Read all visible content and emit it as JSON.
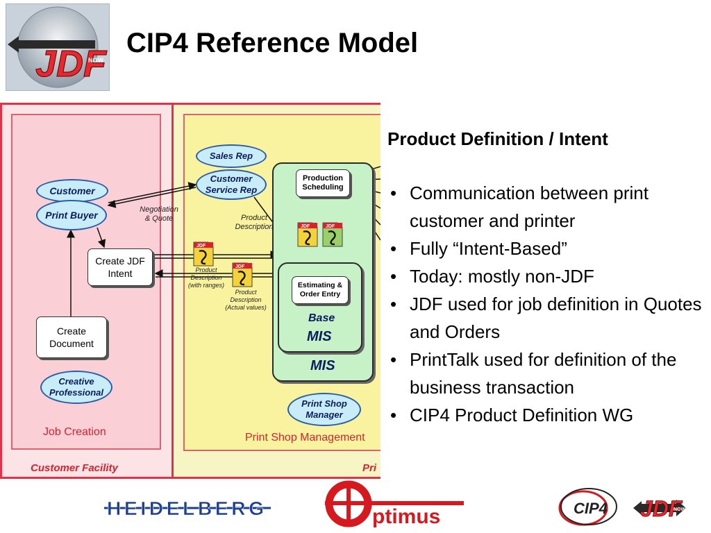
{
  "header": {
    "title": "CIP4 Reference Model",
    "logo_text": "JDF",
    "logo_tag": "NOW"
  },
  "diagram": {
    "customer_facility_label": "Customer Facility",
    "print_facility_label": "Pri",
    "job_creation_label": "Job Creation",
    "print_shop_management_label": "Print Shop Management",
    "customer_label": "Customer",
    "print_buyer_label": "Print Buyer",
    "create_jdf_intent_label": "Create JDF Intent",
    "create_document_label": "Create Document",
    "creative_professional_label": "Creative Professional",
    "sales_rep_label": "Sales Rep",
    "customer_service_rep_label": "Customer Service Rep",
    "negotiation_label": "Negotiation & Quote",
    "product_description_label": "Product Description",
    "product_description_ranges_label": "Product Description (with ranges)",
    "product_description_actual_label": "Product Description (Actual values)",
    "production_scheduling_label": "Production Scheduling",
    "estimating_label": "Estimating & Order Entry",
    "base_label": "Base",
    "base_mis_label": "MIS",
    "mis_label": "MIS",
    "print_shop_manager_label": "Print Shop Manager",
    "jdf_icon_text": "JDF"
  },
  "content": {
    "heading": "Product Definition / Intent",
    "bullet_symbol": "•",
    "bullets": [
      "Communication between print customer and printer",
      "Fully “Intent-Based”",
      "Today: mostly non-JDF",
      "JDF used for job definition in Quotes and Orders",
      "PrintTalk used for definition of the business transaction",
      "CIP4 Product Definition WG"
    ]
  },
  "footer": {
    "heidelberg": "HEIDELBERG",
    "optimus": "ptimus",
    "cip4": "CIP4",
    "jdf": "JDF",
    "jdf_tag": "NOW"
  },
  "colors": {
    "facility_border": "#e0334a",
    "ellipse_fill": "#c8ecf8",
    "mis_fill": "#c7f2c8",
    "label_red": "#d8222e",
    "optimus_red": "#d6191f",
    "heidelberg_blue": "#1d3f8f"
  }
}
